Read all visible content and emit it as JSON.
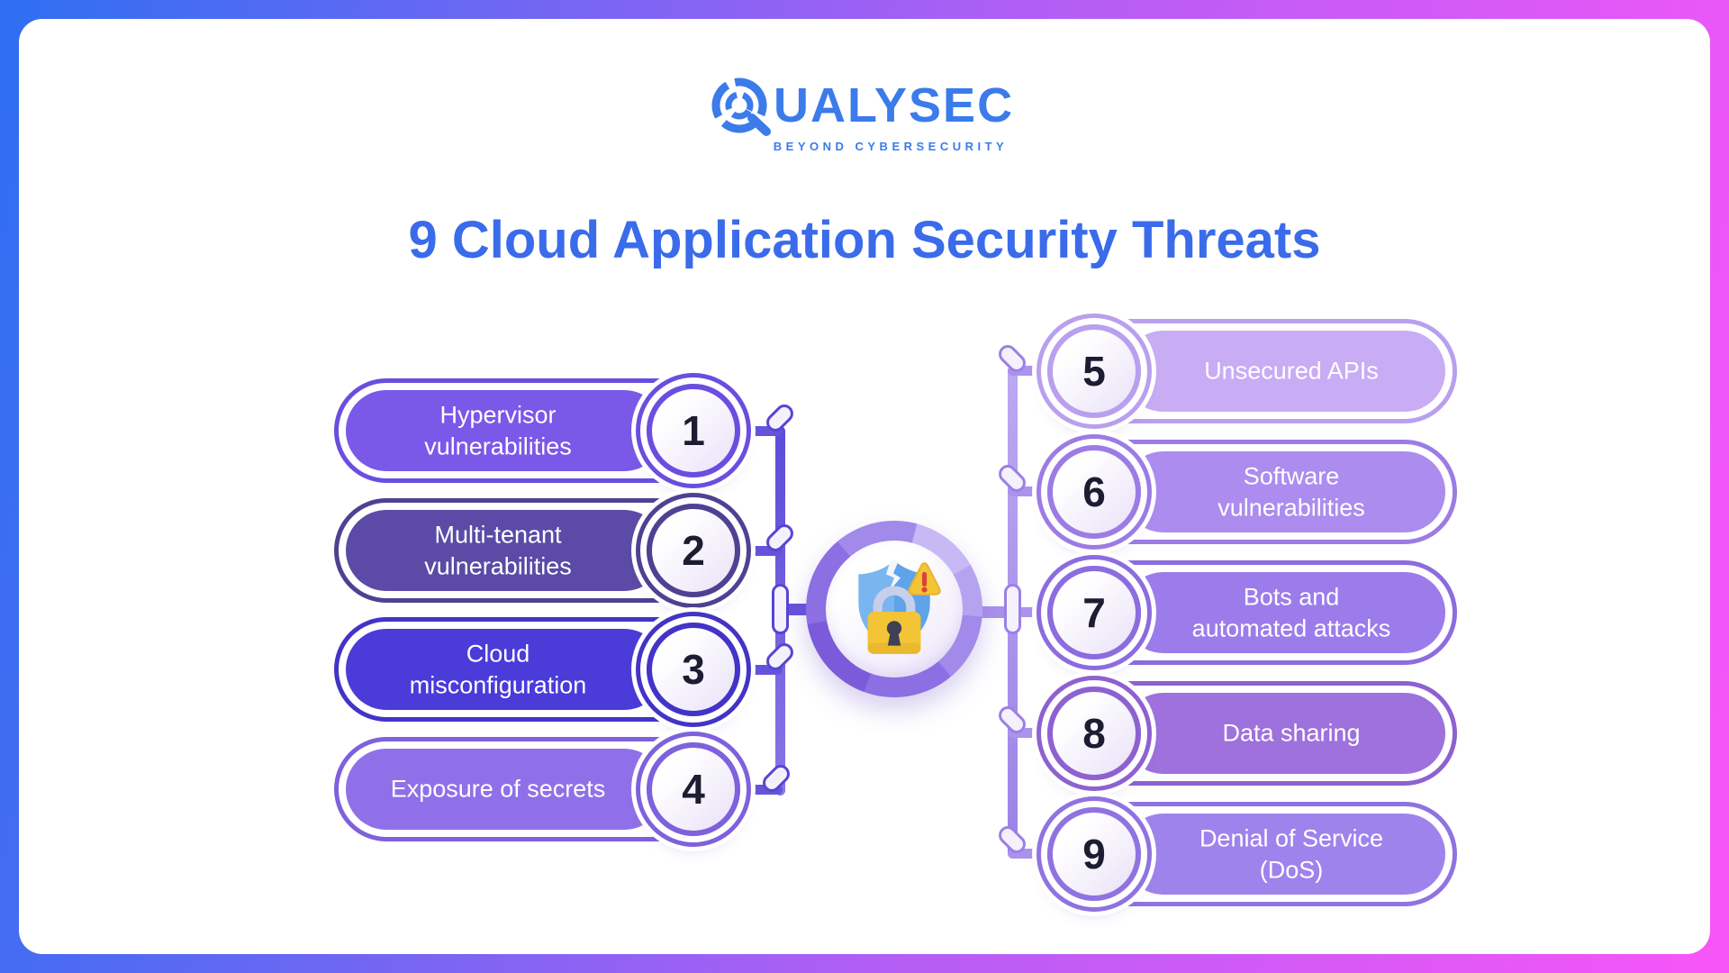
{
  "brand": {
    "name": "QUALYSEC",
    "name_rest": "UALYSEC",
    "tagline": "BEYOND CYBERSECURITY"
  },
  "title": {
    "text": "9 Cloud Application Security Threats"
  },
  "center_icon": {
    "name": "cracked-shield-lock-warning-icon"
  },
  "threats": {
    "left": [
      {
        "number": "1",
        "label": "Hypervisor\nvulnerabilities",
        "fill": "#7a58e8",
        "border": "#6a4ee0"
      },
      {
        "number": "2",
        "label": "Multi-tenant\nvulnerabilities",
        "fill": "#5b4ba6",
        "border": "#4f4192"
      },
      {
        "number": "3",
        "label": "Cloud\nmisconfiguration",
        "fill": "#4b3bd9",
        "border": "#4234c6"
      },
      {
        "number": "4",
        "label": "Exposure of secrets",
        "fill": "#8f70e9",
        "border": "#7e61dc"
      }
    ],
    "right": [
      {
        "number": "5",
        "label": "Unsecured APIs",
        "fill": "#c8acf4",
        "border": "#b9a0ee"
      },
      {
        "number": "6",
        "label": "Software\nvulnerabilities",
        "fill": "#ac8cee",
        "border": "#9c7ce4"
      },
      {
        "number": "7",
        "label": "Bots and\nautomated attacks",
        "fill": "#9c7cea",
        "border": "#8c6cde"
      },
      {
        "number": "8",
        "label": "Data sharing",
        "fill": "#9e71dd",
        "border": "#8e61d0"
      },
      {
        "number": "9",
        "label": "Denial of Service\n(DoS)",
        "fill": "#9f83ec",
        "border": "#8f73e0"
      }
    ]
  },
  "colors": {
    "frame_start": "#2e6ff2",
    "frame_mid": "#b25ef4",
    "frame_end": "#f855f8",
    "brand": "#3b7bea",
    "title_color": "#3a6bea",
    "number_color": "#1c1c32",
    "connector_left": "#6454db",
    "connector_left_deep": "#5c4bd8",
    "connector_left_light": "#8876e6",
    "connector_right": "#ab92ec",
    "connector_right_light": "#bca8f2",
    "connector_right_deep": "#9c82e6",
    "bean_fill": "#f5f1fc",
    "bean_left_border": "#5646d2",
    "bean_right_border": "#9b80e6",
    "ring_base": "#8c6fe2",
    "ring_mid": "#a18ae9",
    "ring_mid2": "#b6a3f0",
    "ring_light": "#c8b9f4",
    "ring_deep": "#7b5bd9"
  }
}
